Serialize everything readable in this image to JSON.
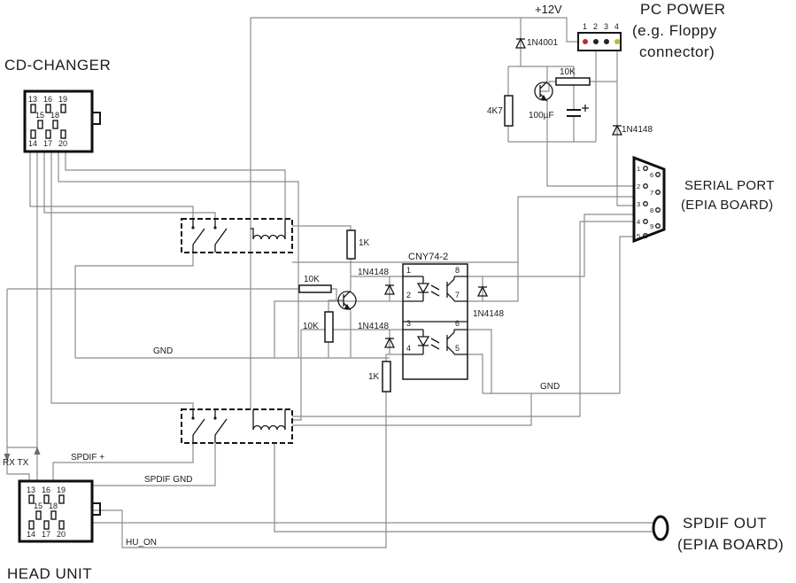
{
  "cd_changer": {
    "title": "CD-CHANGER",
    "pins_row1": [
      "13",
      "16",
      "19"
    ],
    "pins_row2": [
      "15",
      "18"
    ],
    "pins_row3": [
      "14",
      "17",
      "20"
    ]
  },
  "head_unit": {
    "title": "HEAD UNIT",
    "pins_row1": [
      "13",
      "16",
      "19"
    ],
    "pins_row2": [
      "15",
      "18"
    ],
    "pins_row3": [
      "14",
      "17",
      "20"
    ]
  },
  "pc_power": {
    "line1": "PC POWER",
    "line2": "(e.g. Floppy",
    "line3": "connector)",
    "rail_label": "+12V",
    "pins": [
      "1",
      "2",
      "3",
      "4"
    ],
    "pin_colors": [
      "#b53030",
      "#222222",
      "#222222",
      "#c2b63a"
    ]
  },
  "serial_port": {
    "line1": "SERIAL PORT",
    "line2": "(EPIA BOARD)",
    "pins_left": [
      "1",
      "2",
      "3",
      "4",
      "5"
    ],
    "pins_right": [
      "6",
      "7",
      "8",
      "9"
    ]
  },
  "spdif_out": {
    "line1": "SPDIF OUT",
    "line2": "(EPIA BOARD)"
  },
  "optocoupler": {
    "label": "CNY74-2",
    "pins_left": [
      "1",
      "2",
      "3",
      "4"
    ],
    "pins_right": [
      "8",
      "7",
      "6",
      "5"
    ]
  },
  "components": {
    "d1": "1N4001",
    "d2": "1N4148",
    "d3": "1N4148",
    "d4": "1N4148",
    "d5": "1N4148",
    "r1": "10K",
    "r2": "4K7",
    "r3": "1K",
    "r4": "10K",
    "r5": "10K",
    "r6": "1K",
    "c1": "100µF"
  },
  "net_labels": {
    "gnd_left": "GND",
    "gnd_right": "GND",
    "rx_tx": "RX TX",
    "spdif_plus": "SPDIF +",
    "spdif_gnd": "SPDIF GND",
    "hu_on": "HU_ON"
  }
}
